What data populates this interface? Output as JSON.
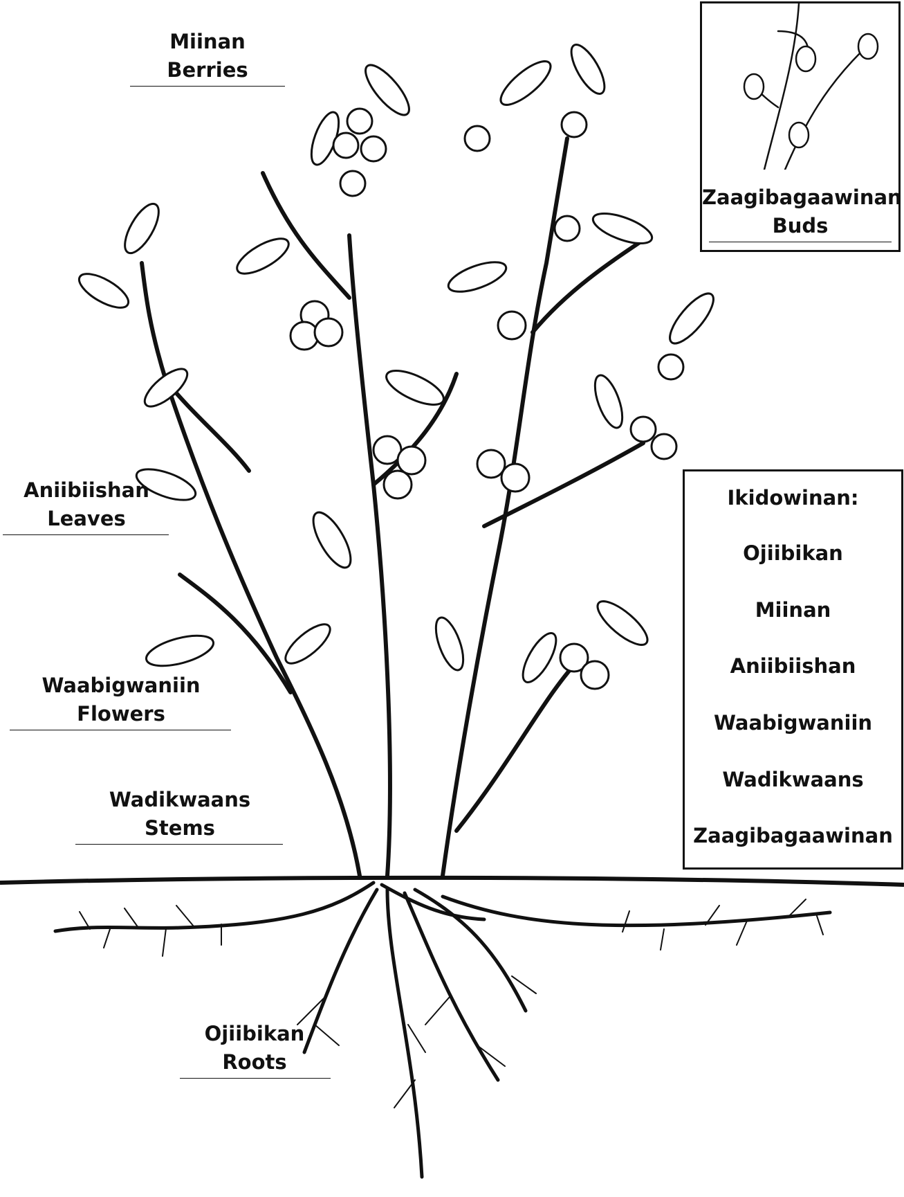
{
  "labels": {
    "berries": {
      "native": "Miinan",
      "english": "Berries"
    },
    "buds": {
      "native": "Zaagibagaawinan",
      "english": "Buds"
    },
    "leaves": {
      "native": "Aniibiishan",
      "english": "Leaves"
    },
    "flowers": {
      "native": "Waabigwaniin",
      "english": "Flowers"
    },
    "stems": {
      "native": "Wadikwaans",
      "english": "Stems"
    },
    "roots": {
      "native": "Ojiibikan",
      "english": "Roots"
    }
  },
  "word_bank": {
    "title": "Ikidowinan:",
    "items": [
      "Ojiibikan",
      "Miinan",
      "Aniibiishan",
      "Waabigwaniin",
      "Wadikwaans",
      "Zaagibagaawinan"
    ]
  }
}
